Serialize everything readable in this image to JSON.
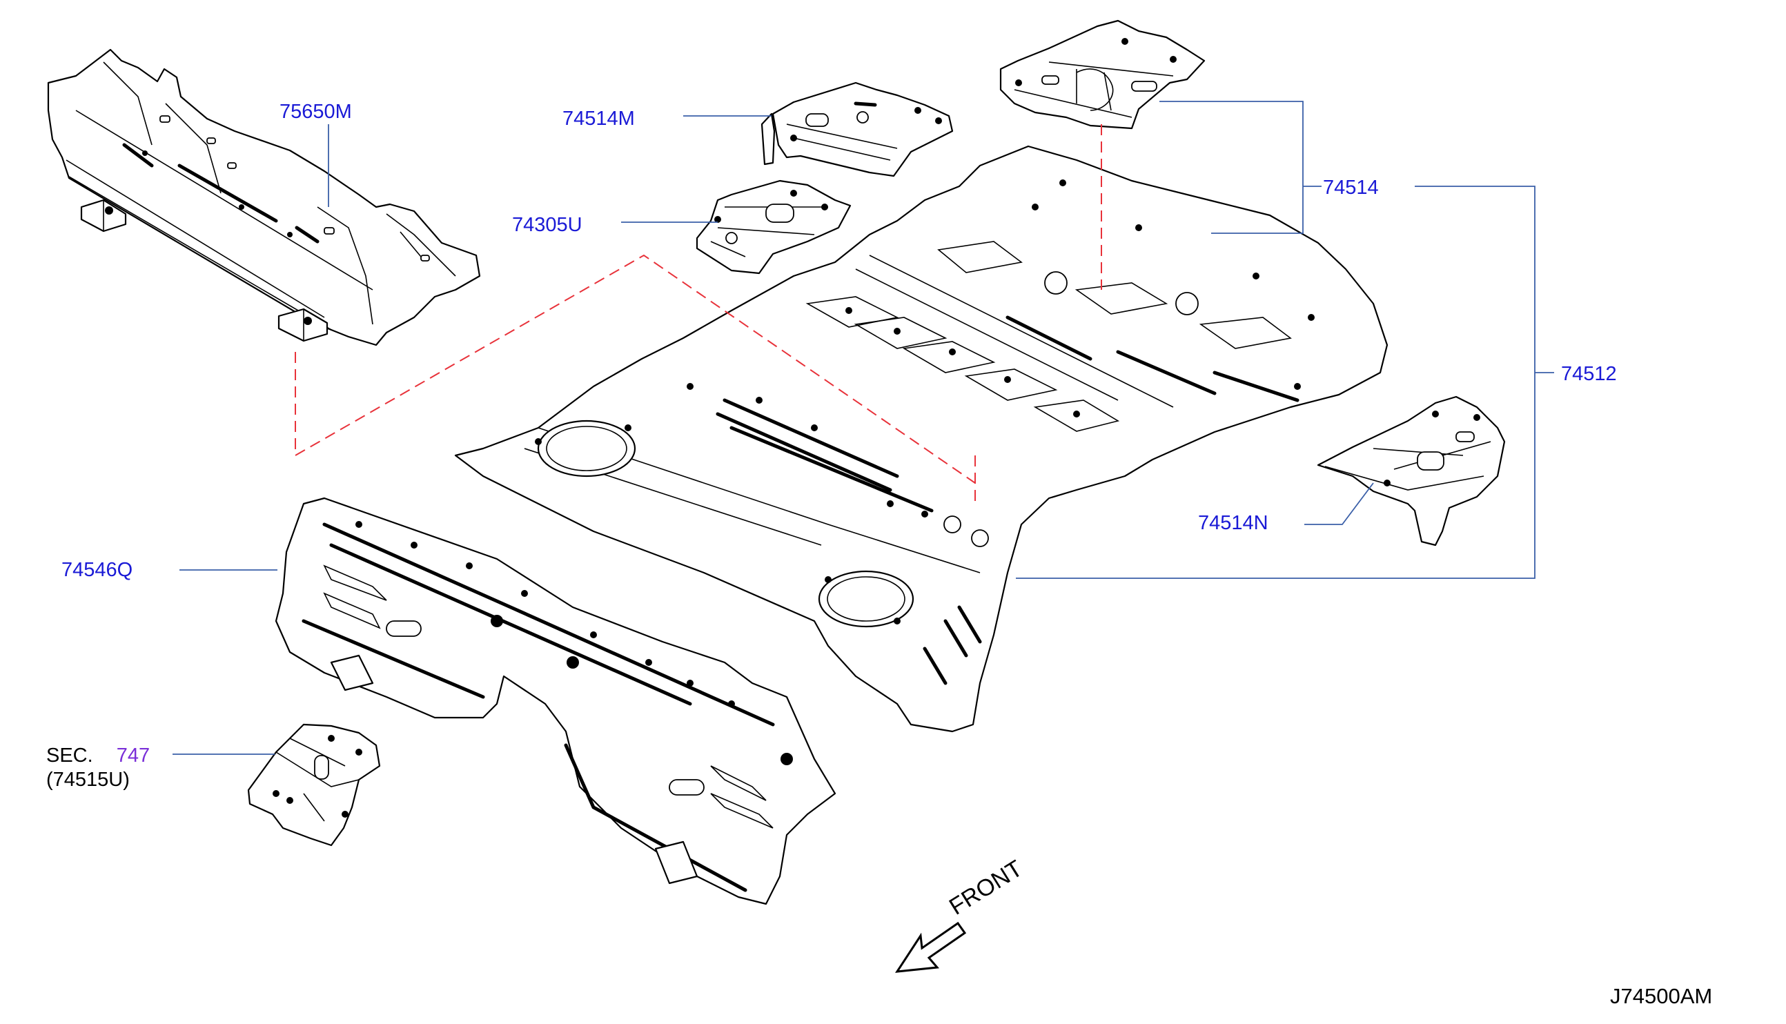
{
  "diagram_id": "J74500AM",
  "direction_label": "FRONT",
  "colors": {
    "label_blue": "#1a1ad6",
    "section_purple": "#7a2fd8",
    "leader_line": "#3a5fa8",
    "phantom_line": "#e8323a",
    "outline": "#000000"
  },
  "parts": [
    {
      "id": "p75650M",
      "label": "75650M"
    },
    {
      "id": "p74514M",
      "label": "74514M"
    },
    {
      "id": "p74305U",
      "label": "74305U"
    },
    {
      "id": "p74514",
      "label": "74514"
    },
    {
      "id": "p74512",
      "label": "74512"
    },
    {
      "id": "p74514N",
      "label": "74514N"
    },
    {
      "id": "p74546Q",
      "label": "74546Q"
    }
  ],
  "section_ref": {
    "prefix": "SEC.",
    "number": "747",
    "sub_label": "(74515U)"
  }
}
